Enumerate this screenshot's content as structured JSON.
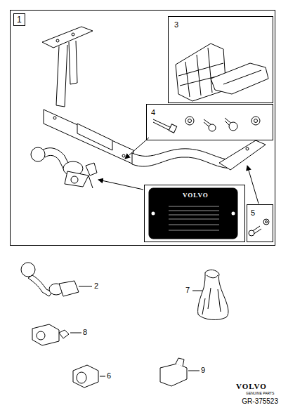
{
  "diagram": {
    "nodes": [
      {
        "text": [
          "1"
        ]
      },
      {
        "text": [
          "3"
        ],
        "in": 0
      },
      {
        "text": [
          "4"
        ],
        "in": 0
      },
      {
        "text": [
          "VOLVO"
        ],
        "in": 0
      },
      {
        "text": [
          "5"
        ],
        "in": 0
      }
    ],
    "labels": [
      "2",
      "7",
      "8",
      "6",
      "9",
      "VOLVO",
      "GENUINE PARTS",
      "GR-375523"
    ]
  }
}
